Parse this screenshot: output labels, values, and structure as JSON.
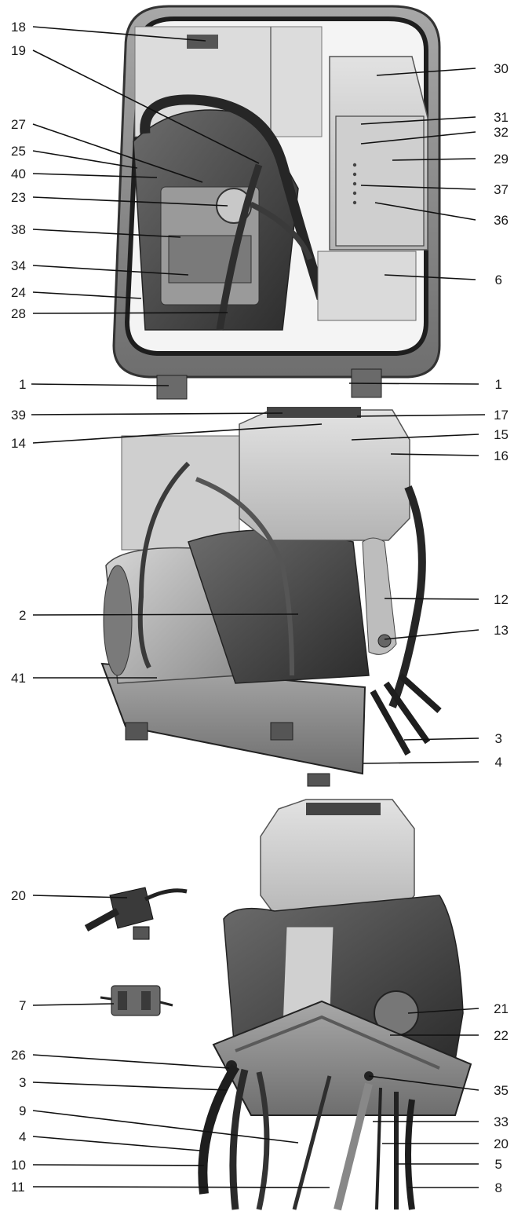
{
  "figures": [
    {
      "id": "top-view",
      "labels": [
        {
          "text": "18",
          "side": "left"
        },
        {
          "text": "19",
          "side": "left"
        },
        {
          "text": "27",
          "side": "left"
        },
        {
          "text": "25",
          "side": "left"
        },
        {
          "text": "40",
          "side": "left"
        },
        {
          "text": "23",
          "side": "left"
        },
        {
          "text": "38",
          "side": "left"
        },
        {
          "text": "34",
          "side": "left"
        },
        {
          "text": "24",
          "side": "left"
        },
        {
          "text": "28",
          "side": "left"
        },
        {
          "text": "1",
          "side": "left"
        },
        {
          "text": "30",
          "side": "right"
        },
        {
          "text": "31",
          "side": "right"
        },
        {
          "text": "32",
          "side": "right"
        },
        {
          "text": "29",
          "side": "right"
        },
        {
          "text": "37",
          "side": "right"
        },
        {
          "text": "36",
          "side": "right"
        },
        {
          "text": "6",
          "side": "right"
        },
        {
          "text": "1",
          "side": "right"
        }
      ]
    },
    {
      "id": "side-view",
      "labels": [
        {
          "text": "39",
          "side": "left"
        },
        {
          "text": "14",
          "side": "left"
        },
        {
          "text": "2",
          "side": "left"
        },
        {
          "text": "41",
          "side": "left"
        },
        {
          "text": "17",
          "side": "right"
        },
        {
          "text": "15",
          "side": "right"
        },
        {
          "text": "16",
          "side": "right"
        },
        {
          "text": "12",
          "side": "right"
        },
        {
          "text": "13",
          "side": "right"
        },
        {
          "text": "3",
          "side": "right"
        },
        {
          "text": "4",
          "side": "right"
        }
      ]
    },
    {
      "id": "rear-view",
      "labels": [
        {
          "text": "20",
          "side": "left"
        },
        {
          "text": "7",
          "side": "left"
        },
        {
          "text": "26",
          "side": "left"
        },
        {
          "text": "3",
          "side": "left"
        },
        {
          "text": "9",
          "side": "left"
        },
        {
          "text": "4",
          "side": "left"
        },
        {
          "text": "10",
          "side": "left"
        },
        {
          "text": "11",
          "side": "left"
        },
        {
          "text": "21",
          "side": "right"
        },
        {
          "text": "22",
          "side": "right"
        },
        {
          "text": "35",
          "side": "right"
        },
        {
          "text": "33",
          "side": "right"
        },
        {
          "text": "20",
          "side": "right"
        },
        {
          "text": "5",
          "side": "right"
        },
        {
          "text": "8",
          "side": "right"
        }
      ]
    }
  ]
}
